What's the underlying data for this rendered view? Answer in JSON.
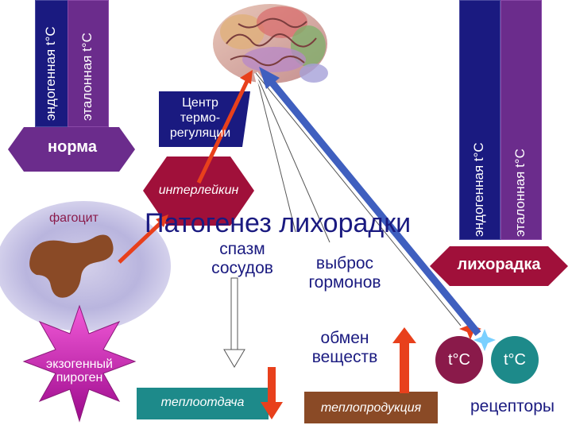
{
  "title": "Патогенез лихорадки",
  "left_column": {
    "endogenous_label": "эндогенная t°C",
    "reference_label": "эталонная t°C",
    "norm_label": "норма"
  },
  "right_column": {
    "endogenous_label": "эндогенная t°C",
    "reference_label": "эталонная t°C",
    "fever_label": "лихорадка"
  },
  "thermoregulation_center": "Центр термо-регуляции",
  "interleukin": "интерлейкин",
  "phagocyte": "фагоцит",
  "exogenous_pyrogen": "экзогенный пироген",
  "vasospasm": "спазм сосудов",
  "hormone_release": "выброс гормонов",
  "metabolism": "обмен веществ",
  "heat_loss": "теплоотдача",
  "heat_production": "теплопродукция",
  "receptor_temp_1": "t°C",
  "receptor_temp_2": "t°C",
  "receptors": "рецепторы",
  "colors": {
    "navy": "#1a1a80",
    "purple": "#6b2c8c",
    "crimson": "#a0103a",
    "teal": "#1d8a8a",
    "brown": "#8a4a26",
    "orange_red": "#e8401c",
    "blue_arrow": "#3f5fbf"
  }
}
